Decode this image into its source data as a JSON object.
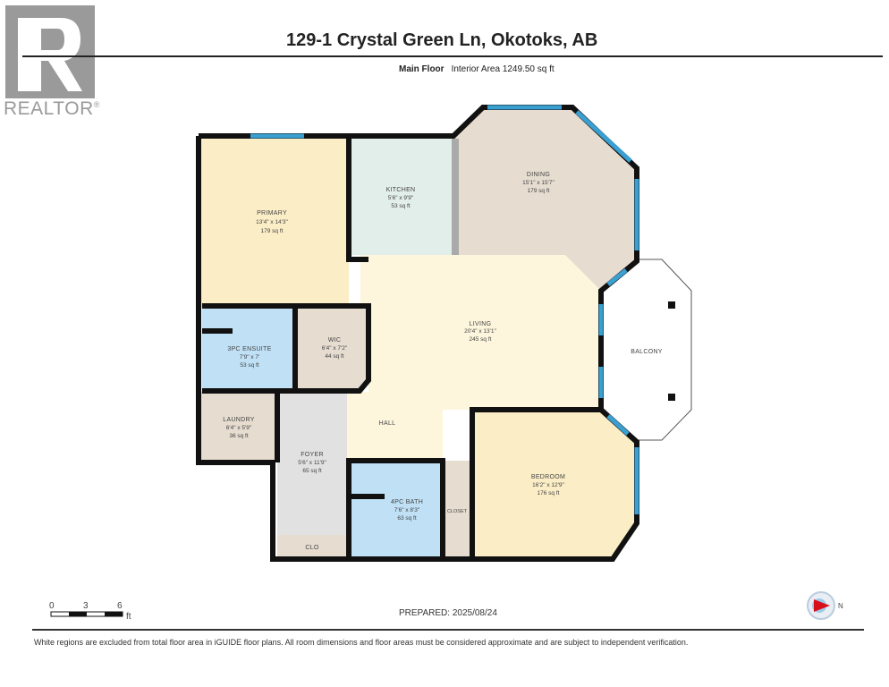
{
  "logo": {
    "text": "REALTOR",
    "mark": "®"
  },
  "header": {
    "title": "129-1 Crystal Green Ln, Okotoks, AB",
    "floor": "Main Floor",
    "area": "Interior Area 1249.50 sq ft"
  },
  "rooms": [
    {
      "name": "PRIMARY",
      "dims": "13'4\" x 14'3\"",
      "area": "179 sq ft",
      "color": "#fbeec6"
    },
    {
      "name": "KITCHEN",
      "dims": "5'6\" x 9'9\"",
      "area": "53 sq ft",
      "color": "#e2eeea"
    },
    {
      "name": "DINING",
      "dims": "15'1\" x 15'7\"",
      "area": "179 sq ft",
      "color": "#e6dcd0"
    },
    {
      "name": "LIVING",
      "dims": "20'4\" x 13'1\"",
      "area": "245 sq ft",
      "color": "#fdf6dc"
    },
    {
      "name": "3PC ENSUITE",
      "dims": "7'9\" x 7'",
      "area": "53 sq ft",
      "color": "#bfe0f5"
    },
    {
      "name": "WIC",
      "dims": "6'4\" x 7'2\"",
      "area": "44 sq ft",
      "color": "#e6dcd0"
    },
    {
      "name": "LAUNDRY",
      "dims": "6'4\" x 5'9\"",
      "area": "36 sq ft",
      "color": "#e6dcd0"
    },
    {
      "name": "FOYER",
      "dims": "5'6\" x 11'9\"",
      "area": "65 sq ft",
      "color": "#e1e1e1"
    },
    {
      "name": "4PC BATH",
      "dims": "7'6\" x 8'3\"",
      "area": "63 sq ft",
      "color": "#bfe0f5"
    },
    {
      "name": "BEDROOM",
      "dims": "16'2\" x 12'9\"",
      "area": "176 sq ft",
      "color": "#fbeec6"
    },
    {
      "name": "HALL"
    },
    {
      "name": "CLO"
    },
    {
      "name": "CLOSET"
    },
    {
      "name": "BALCONY"
    }
  ],
  "colors": {
    "wall": "#111111",
    "window": "#3a9fd1"
  },
  "scale": {
    "ticks": [
      "0",
      "3",
      "6"
    ],
    "unit": "ft"
  },
  "compass": {
    "label": "N",
    "icon": "compass-icon"
  },
  "footer": {
    "prepared": "PREPARED: 2025/08/24",
    "disclaimer": "White regions are excluded from total floor area in iGUIDE floor plans. All room dimensions and floor areas must be considered approximate and are subject to independent verification."
  }
}
